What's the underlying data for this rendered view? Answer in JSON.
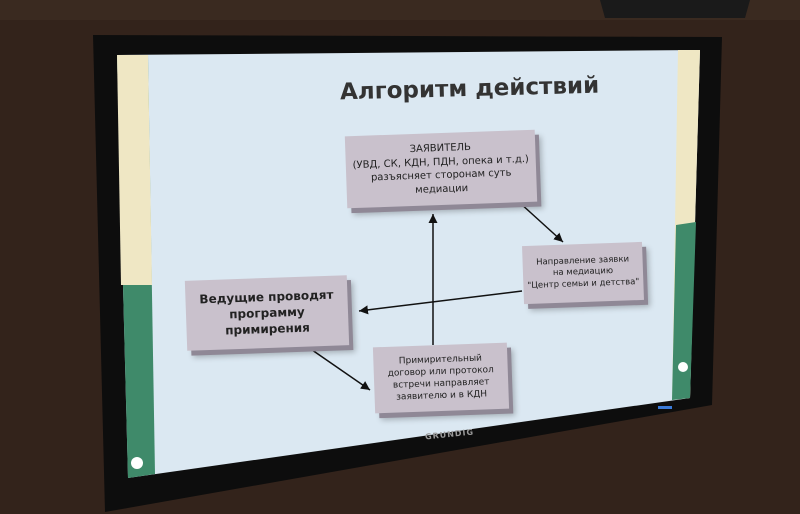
{
  "slide": {
    "title": "Алгоритм действий",
    "boxes": {
      "applicant": [
        "ЗАЯВИТЕЛЬ",
        "(УВД, СК, КДН, ПДН, опека и т.д.)",
        "разъясняет сторонам суть медиации"
      ],
      "referral": [
        "Направление заявки",
        "на медиацию",
        "\"Центр семьи и детства\""
      ],
      "mediators": [
        "Ведущие проводят",
        "программу примирения"
      ],
      "agreement": [
        "Примирительный",
        "договор или протокол",
        "встречи направляет",
        "заявителю и в КДН"
      ]
    }
  },
  "tv": {
    "brand": "GRUNDIG"
  },
  "colors": {
    "slide_bg": "#dbe8f2",
    "box": "#c9c1cc",
    "stripe_green": "#3f8a6a",
    "stripe_beige": "#efe7c4",
    "frame": "#111111"
  }
}
